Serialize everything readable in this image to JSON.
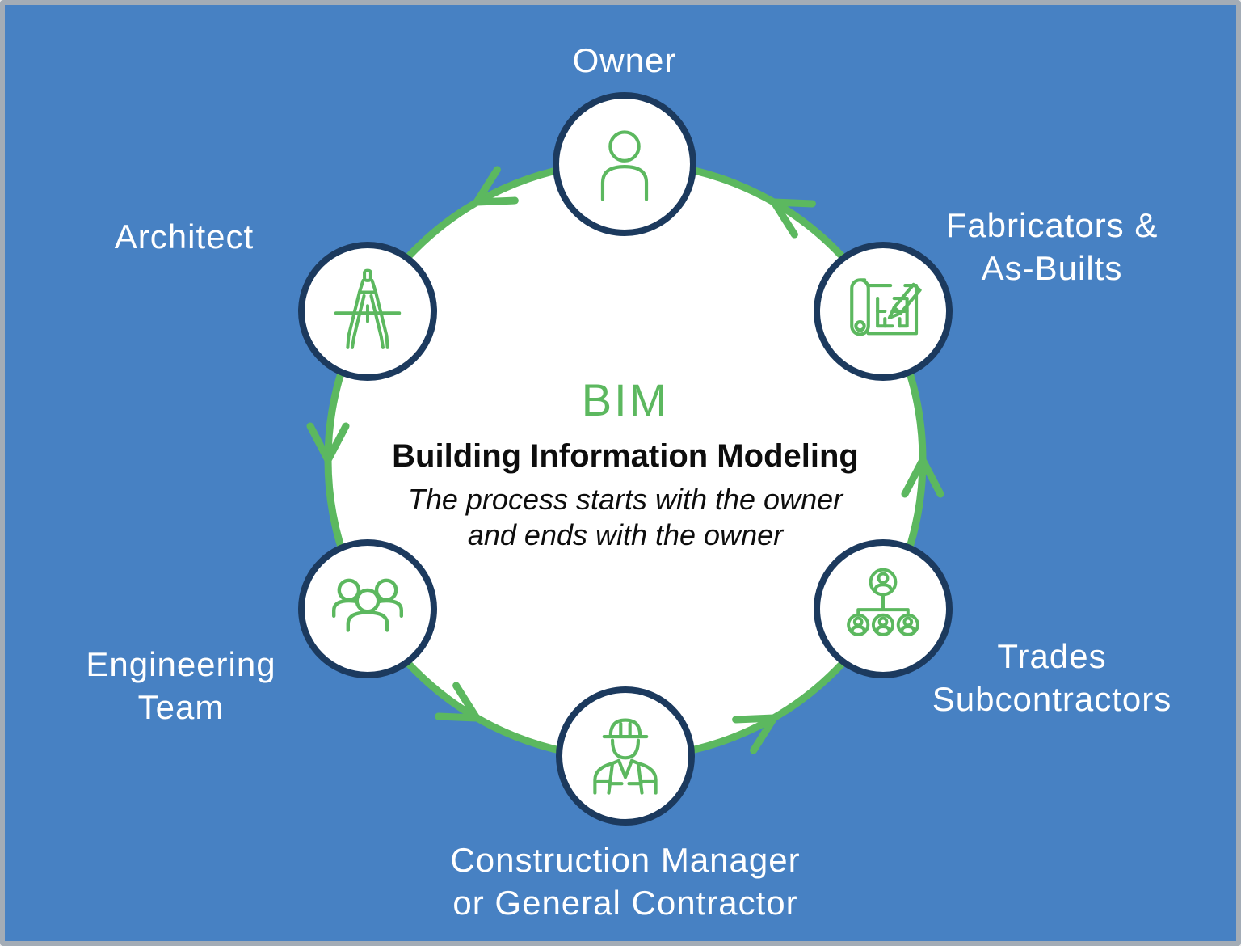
{
  "colors": {
    "background_blue": "#4781C3",
    "frame_border_gray": "#A3ACB6",
    "ring_green": "#5CB85F",
    "node_border_navy": "#1C3A5E",
    "node_fill_white": "#FFFFFF",
    "label_text_white": "#FFFFFF",
    "center_text_black": "#0D0D0D"
  },
  "center": {
    "title": "BIM",
    "subtitle": "Building Information Modeling",
    "tagline": [
      "The process starts with the owner",
      "and ends with the owner"
    ]
  },
  "nodes": [
    {
      "id": "owner",
      "icon": "person-icon",
      "lines": [
        "Owner"
      ]
    },
    {
      "id": "architect",
      "icon": "drafting-compass-icon",
      "lines": [
        "Architect"
      ]
    },
    {
      "id": "engineering-team",
      "icon": "team-icon",
      "lines": [
        "Engineering",
        "Team"
      ]
    },
    {
      "id": "construction-manager",
      "icon": "construction-worker-icon",
      "lines": [
        "Construction Manager",
        "or General Contractor"
      ]
    },
    {
      "id": "trades-subcontractors",
      "icon": "org-chart-icon",
      "lines": [
        "Trades",
        "Subcontractors"
      ]
    },
    {
      "id": "fabricators-as-builts",
      "icon": "blueprint-pencil-icon",
      "lines": [
        "Fabricators &",
        "As-Builts"
      ]
    }
  ],
  "flow": {
    "direction": "counterclockwise",
    "arrow_count": 6,
    "sequence": [
      "Owner",
      "Architect",
      "Engineering Team",
      "Construction Manager or General Contractor",
      "Trades Subcontractors",
      "Fabricators & As-Builts",
      "Owner"
    ]
  }
}
